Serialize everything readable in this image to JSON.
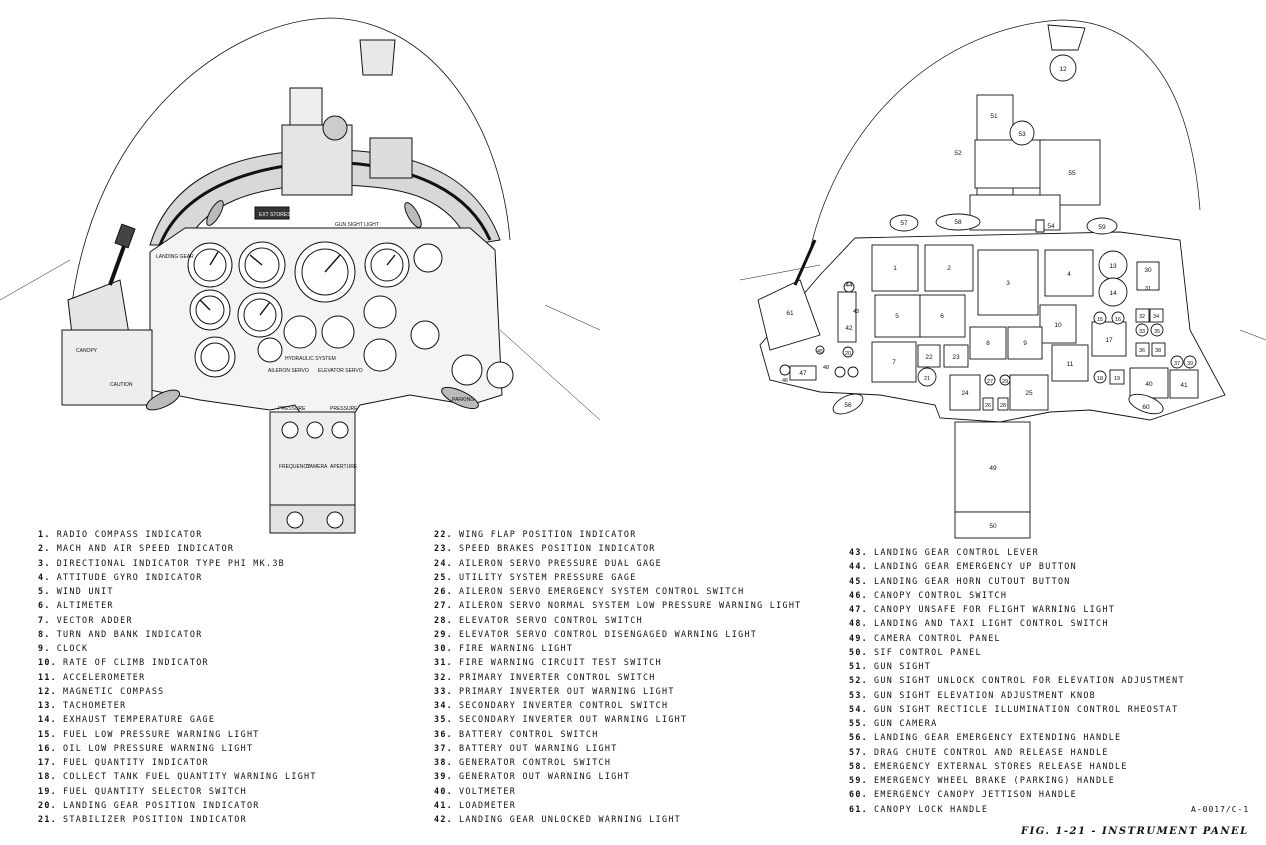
{
  "figure": {
    "caption": "FIG. 1-21 - INSTRUMENT PANEL",
    "code": "A-0017/C-1"
  },
  "photo_labels": {
    "landing_gear": "LANDING GEAR",
    "canopy": "CANOPY",
    "caution": "CAUTION",
    "hydraulic_system": "HYDRAULIC SYSTEM",
    "ext_stores": "EXT STORES",
    "gun_sight_light": "GUN SIGHT LIGHT",
    "frequency": "FREQUENCY",
    "camera": "CAMERA",
    "aperture": "APERTURE",
    "emergency_pressure": "PRESSURE",
    "aileron_servo": "AILERON SERVO",
    "elevator_servo": "ELEVATOR SERVO",
    "utility_pressure": "PRESSURE",
    "hyd_brake": "PARKING"
  },
  "legend": [
    [
      {
        "num": "1.",
        "label": "RADIO COMPASS INDICATOR"
      },
      {
        "num": "2.",
        "label": "MACH AND AIR SPEED INDICATOR"
      },
      {
        "num": "3.",
        "label": "DIRECTIONAL INDICATOR TYPE PHI MK.3B"
      },
      {
        "num": "4.",
        "label": "ATTITUDE GYRO INDICATOR"
      },
      {
        "num": "5.",
        "label": "WIND UNIT"
      },
      {
        "num": "6.",
        "label": "ALTIMETER"
      },
      {
        "num": "7.",
        "label": "VECTOR ADDER"
      },
      {
        "num": "8.",
        "label": "TURN AND BANK INDICATOR"
      },
      {
        "num": "9.",
        "label": "CLOCK"
      },
      {
        "num": "10.",
        "label": "RATE OF CLIMB INDICATOR"
      },
      {
        "num": "11.",
        "label": "ACCELEROMETER"
      },
      {
        "num": "12.",
        "label": "MAGNETIC COMPASS"
      },
      {
        "num": "13.",
        "label": "TACHOMETER"
      },
      {
        "num": "14.",
        "label": "EXHAUST TEMPERATURE GAGE"
      },
      {
        "num": "15.",
        "label": "FUEL LOW PRESSURE WARNING LIGHT"
      },
      {
        "num": "16.",
        "label": "OIL LOW PRESSURE WARNING LIGHT"
      },
      {
        "num": "17.",
        "label": "FUEL QUANTITY INDICATOR"
      },
      {
        "num": "18.",
        "label": "COLLECT TANK FUEL QUANTITY WARNING LIGHT"
      },
      {
        "num": "19.",
        "label": "FUEL QUANTITY SELECTOR SWITCH"
      },
      {
        "num": "20.",
        "label": "LANDING GEAR POSITION INDICATOR"
      },
      {
        "num": "21.",
        "label": "STABILIZER POSITION INDICATOR"
      }
    ],
    [
      {
        "num": "22.",
        "label": "WING FLAP POSITION INDICATOR"
      },
      {
        "num": "23.",
        "label": "SPEED BRAKES POSITION INDICATOR"
      },
      {
        "num": "24.",
        "label": "AILERON SERVO PRESSURE DUAL GAGE"
      },
      {
        "num": "25.",
        "label": "UTILITY SYSTEM PRESSURE GAGE"
      },
      {
        "num": "26.",
        "label": "AILERON SERVO EMERGENCY SYSTEM CONTROL SWITCH"
      },
      {
        "num": "27.",
        "label": "AILERON SERVO NORMAL SYSTEM LOW PRESSURE WARNING LIGHT"
      },
      {
        "num": "28.",
        "label": "ELEVATOR SERVO CONTROL SWITCH"
      },
      {
        "num": "29.",
        "label": "ELEVATOR SERVO CONTROL DISENGAGED WARNING LIGHT"
      },
      {
        "num": "30.",
        "label": "FIRE WARNING LIGHT"
      },
      {
        "num": "31.",
        "label": "FIRE WARNING CIRCUIT TEST SWITCH"
      },
      {
        "num": "32.",
        "label": "PRIMARY INVERTER CONTROL SWITCH"
      },
      {
        "num": "33.",
        "label": "PRIMARY INVERTER OUT WARNING LIGHT"
      },
      {
        "num": "34.",
        "label": "SECONDARY INVERTER CONTROL SWITCH"
      },
      {
        "num": "35.",
        "label": "SECONDARY INVERTER OUT WARNING LIGHT"
      },
      {
        "num": "36.",
        "label": "BATTERY CONTROL SWITCH"
      },
      {
        "num": "37.",
        "label": "BATTERY OUT WARNING LIGHT"
      },
      {
        "num": "38.",
        "label": "GENERATOR CONTROL SWITCH"
      },
      {
        "num": "39.",
        "label": "GENERATOR OUT WARNING LIGHT"
      },
      {
        "num": "40.",
        "label": "VOLTMETER"
      },
      {
        "num": "41.",
        "label": "LOADMETER"
      },
      {
        "num": "42.",
        "label": "LANDING GEAR UNLOCKED WARNING LIGHT"
      }
    ],
    [
      {
        "num": "43.",
        "label": "LANDING GEAR CONTROL LEVER"
      },
      {
        "num": "44.",
        "label": "LANDING GEAR EMERGENCY UP BUTTON"
      },
      {
        "num": "45.",
        "label": "LANDING GEAR HORN CUTOUT BUTTON"
      },
      {
        "num": "46.",
        "label": "CANOPY CONTROL SWITCH"
      },
      {
        "num": "47.",
        "label": "CANOPY UNSAFE FOR FLIGHT WARNING LIGHT"
      },
      {
        "num": "48.",
        "label": "LANDING AND TAXI LIGHT CONTROL SWITCH"
      },
      {
        "num": "49.",
        "label": "CAMERA CONTROL PANEL"
      },
      {
        "num": "50.",
        "label": "SIF CONTROL PANEL"
      },
      {
        "num": "51.",
        "label": "GUN SIGHT"
      },
      {
        "num": "52.",
        "label": "GUN SIGHT UNLOCK CONTROL FOR ELEVATION ADJUSTMENT"
      },
      {
        "num": "53.",
        "label": "GUN SIGHT ELEVATION ADJUSTMENT KNOB"
      },
      {
        "num": "54.",
        "label": "GUN SIGHT RECTICLE ILLUMINATION CONTROL RHEOSTAT"
      },
      {
        "num": "55.",
        "label": "GUN CAMERA"
      },
      {
        "num": "56.",
        "label": "LANDING GEAR EMERGENCY EXTENDING HANDLE"
      },
      {
        "num": "57.",
        "label": "DRAG CHUTE CONTROL AND RELEASE HANDLE"
      },
      {
        "num": "58.",
        "label": "EMERGENCY EXTERNAL STORES RELEASE HANDLE"
      },
      {
        "num": "59.",
        "label": "EMERGENCY WHEEL BRAKE (PARKING) HANDLE"
      },
      {
        "num": "60.",
        "label": "EMERGENCY CANOPY JETTISON HANDLE"
      },
      {
        "num": "61.",
        "label": "CANOPY LOCK HANDLE"
      }
    ]
  ],
  "callouts": [
    "1",
    "2",
    "3",
    "4",
    "5",
    "6",
    "7",
    "8",
    "9",
    "10",
    "11",
    "12",
    "13",
    "14",
    "15",
    "16",
    "17",
    "18",
    "19",
    "20",
    "21",
    "22",
    "23",
    "24",
    "25",
    "26",
    "27",
    "28",
    "29",
    "30",
    "31",
    "32",
    "33",
    "34",
    "35",
    "36",
    "37",
    "38",
    "39",
    "40",
    "41",
    "42",
    "43",
    "44",
    "45",
    "46",
    "47",
    "48",
    "49",
    "50",
    "51",
    "52",
    "53",
    "54",
    "55",
    "56",
    "57",
    "58",
    "59",
    "60",
    "61"
  ]
}
